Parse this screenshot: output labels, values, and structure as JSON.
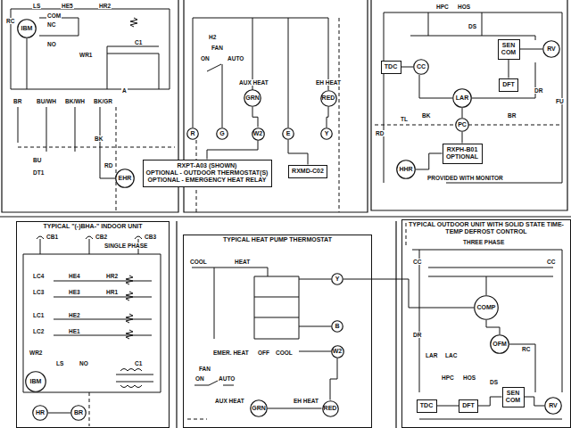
{
  "diagram": {
    "nodes": [
      {
        "text": [
          "TYPICAL \"(-)BHA-\" INDOOR UNIT"
        ]
      },
      {
        "text": [
          "TYPICAL HEAT PUMP THERMOSTAT"
        ]
      },
      {
        "text": [
          "TYPICAL OUTDOOR UNIT WITH SOLID STATE TIME-TEMP DEFROST CONTROL"
        ]
      },
      {
        "text": [
          "IBM"
        ]
      },
      {
        "text": [
          "EHR"
        ]
      },
      {
        "text": [
          "RXPT-A03 (SHOWN)",
          "OPTIONAL - OUTDOOR THERMOSTAT(S)",
          "OPTIONAL - EMERGENCY HEAT RELAY"
        ]
      },
      {
        "text": [
          "R"
        ]
      },
      {
        "text": [
          "G"
        ]
      },
      {
        "text": [
          "W2"
        ]
      },
      {
        "text": [
          "E"
        ]
      },
      {
        "text": [
          "Y"
        ]
      },
      {
        "text": [
          "GRN"
        ]
      },
      {
        "text": [
          "RED"
        ]
      },
      {
        "text": [
          "RXMD-C02"
        ]
      },
      {
        "text": [
          "TDC"
        ]
      },
      {
        "text": [
          "CC"
        ]
      },
      {
        "text": [
          "SEN",
          "COM"
        ]
      },
      {
        "text": [
          "DFT"
        ]
      },
      {
        "text": [
          "RV"
        ]
      },
      {
        "text": [
          "LAR"
        ]
      },
      {
        "text": [
          "PC"
        ]
      },
      {
        "text": [
          "RXPH-B01",
          "OPTIONAL"
        ]
      },
      {
        "text": [
          "HHR"
        ]
      },
      {
        "text": [
          "IBM"
        ],
        "in": 0
      },
      {
        "text": [
          "HR"
        ],
        "in": 0
      },
      {
        "text": [
          "BR"
        ],
        "in": 0
      },
      {
        "text": [
          "Y"
        ],
        "in": 1
      },
      {
        "text": [
          "B"
        ],
        "in": 1
      },
      {
        "text": [
          "W2"
        ],
        "in": 1
      },
      {
        "text": [
          "GRN"
        ],
        "in": 1
      },
      {
        "text": [
          "RED"
        ],
        "in": 1
      },
      {
        "text": [
          "COMP"
        ],
        "in": 2
      },
      {
        "text": [
          "OFM"
        ],
        "in": 2
      },
      {
        "text": [
          "TDC"
        ],
        "in": 2
      },
      {
        "text": [
          "DFT"
        ],
        "in": 2
      },
      {
        "text": [
          "SEN",
          "COM"
        ],
        "in": 2
      },
      {
        "text": [
          "RV"
        ],
        "in": 2
      }
    ],
    "edges": [
      {
        "from": 11,
        "to": 8,
        "arrow": "none"
      },
      {
        "from": 12,
        "to": 10,
        "arrow": "none"
      },
      {
        "from": 8,
        "to": 5,
        "arrow": "none"
      },
      {
        "from": 9,
        "to": 13,
        "arrow": "none"
      },
      {
        "from": 15,
        "to": 14,
        "arrow": "none"
      },
      {
        "from": 16,
        "to": 18,
        "arrow": "none"
      },
      {
        "from": 16,
        "to": 17,
        "arrow": "none"
      },
      {
        "from": 19,
        "to": 20,
        "arrow": "none"
      },
      {
        "from": 20,
        "to": 21,
        "arrow": "none"
      },
      {
        "from": 21,
        "to": 22,
        "arrow": "none"
      },
      {
        "from": 24,
        "to": 25,
        "arrow": "none"
      },
      {
        "from": 29,
        "to": 30,
        "arrow": "none"
      },
      {
        "from": 30,
        "to": 28,
        "arrow": "none"
      },
      {
        "from": 26,
        "to": 31,
        "arrow": "none"
      },
      {
        "from": 31,
        "to": 32,
        "arrow": "none"
      },
      {
        "from": 33,
        "to": 34,
        "arrow": "none"
      },
      {
        "from": 34,
        "to": 35,
        "arrow": "none"
      },
      {
        "from": 35,
        "to": 36,
        "arrow": "none"
      }
    ],
    "labels": [
      "LS",
      "HE5",
      "HR2",
      "COM",
      "NC",
      "NO",
      "RC",
      "WR1",
      "C1",
      "BR",
      "BU/WH",
      "BK/WH",
      "BK/GR",
      "A",
      "BU",
      "DT1",
      "BK",
      "RD",
      "H2",
      "FAN",
      "ON",
      "AUTO",
      "AUX HEAT",
      "EH HEAT",
      "HPC",
      "HOS",
      "DS",
      "DR",
      "FU",
      "BK",
      "BR",
      "RD",
      "TL",
      "PROVIDED WITH MONITOR",
      "CB1",
      "CB2",
      "CB3",
      "SINGLE PHASE",
      "LC4",
      "HE4",
      "HR2",
      "LC3",
      "HE3",
      "HR1",
      "LC1",
      "HE2",
      "LC2",
      "HE1",
      "WR2",
      "LS",
      "NO",
      "C1",
      "COOL",
      "HEAT",
      "EMER. HEAT",
      "OFF",
      "COOL",
      "FAN",
      "ON",
      "AUTO",
      "AUX HEAT",
      "EH HEAT",
      "THREE PHASE",
      "CC",
      "CC",
      "DR",
      "LAR",
      "LAC",
      "RC",
      "HPC",
      "HOS",
      "DS"
    ]
  }
}
